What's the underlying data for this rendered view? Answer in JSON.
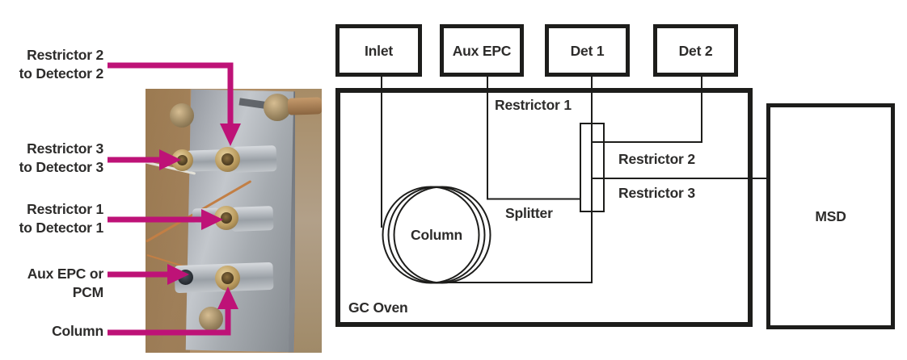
{
  "colors": {
    "accent_magenta": "#be1277",
    "diagram_line": "#1d1d1b",
    "text": "#2d2c2b"
  },
  "photo_callouts": [
    {
      "line1": "Restrictor 2",
      "line2": "to Detector 2"
    },
    {
      "line1": "Restrictor 3",
      "line2": "to Detector 3"
    },
    {
      "line1": "Restrictor 1",
      "line2": "to Detector 1"
    },
    {
      "line1": "Aux EPC or",
      "line2": "PCM"
    },
    {
      "line1": "Column"
    }
  ],
  "diagram": {
    "boxes": {
      "inlet": "Inlet",
      "aux_epc": "Aux EPC",
      "det1": "Det 1",
      "det2": "Det 2",
      "msd": "MSD"
    },
    "labels": {
      "restrictor1": "Restrictor 1",
      "restrictor2": "Restrictor 2",
      "restrictor3": "Restrictor 3",
      "splitter": "Splitter",
      "column": "Column",
      "gc_oven": "GC Oven"
    }
  }
}
